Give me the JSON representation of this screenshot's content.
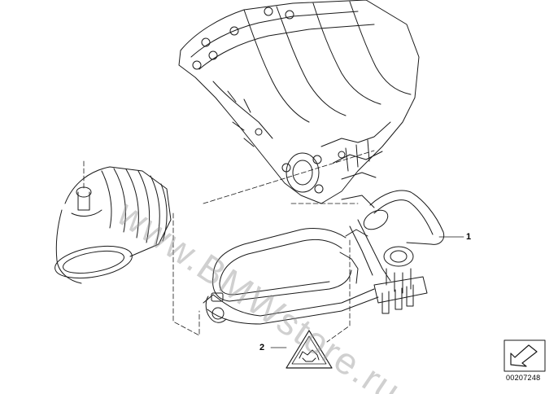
{
  "callouts": [
    {
      "label": "1"
    },
    {
      "label": "2"
    }
  ],
  "part_number": "00207248",
  "watermark": "www.BMWstore.ru",
  "colors": {
    "line": "#1a1a1a",
    "watermark": "#969696",
    "background": "#ffffff"
  },
  "icons": [
    "rubber-boot",
    "intake-manifold",
    "vent-hose-assembly",
    "warning-triangle-icon",
    "arrow-icon"
  ]
}
